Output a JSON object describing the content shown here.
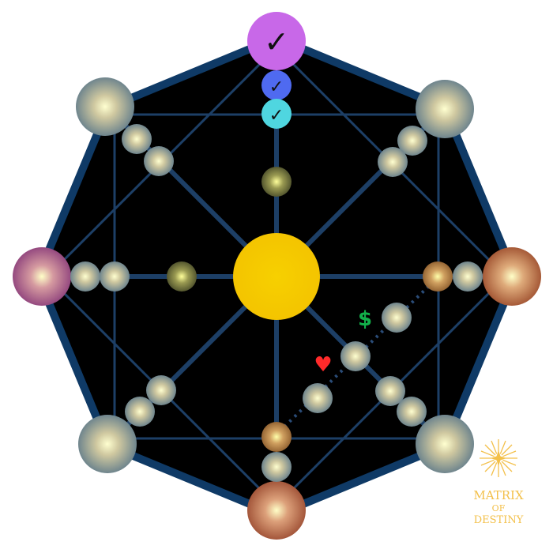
{
  "colors": {
    "background": "#ffffff",
    "octagon_fill": "#000000",
    "octagon_border": "#0f3a66",
    "grid_line": "#1d3f66",
    "center": "#f2cc00",
    "top": "#c868e8",
    "left": "#a0508c",
    "right": "#c0704a",
    "bottom": "#c06a48",
    "olive": "#6e7238",
    "bronze": "#a47a3c",
    "steel": "#7f98a8",
    "chakra_blue": "#4f6af0",
    "chakra_cyan": "#4fd6e0",
    "heart": "#ff2a2a",
    "dollar": "#12b04a",
    "logo": "#f3c04a"
  },
  "icons": {
    "check": "✓",
    "heart": "♥",
    "dollar": "$"
  },
  "logo": {
    "line1": "MATRIX",
    "line2": "OF",
    "line3": "DESTINY"
  }
}
